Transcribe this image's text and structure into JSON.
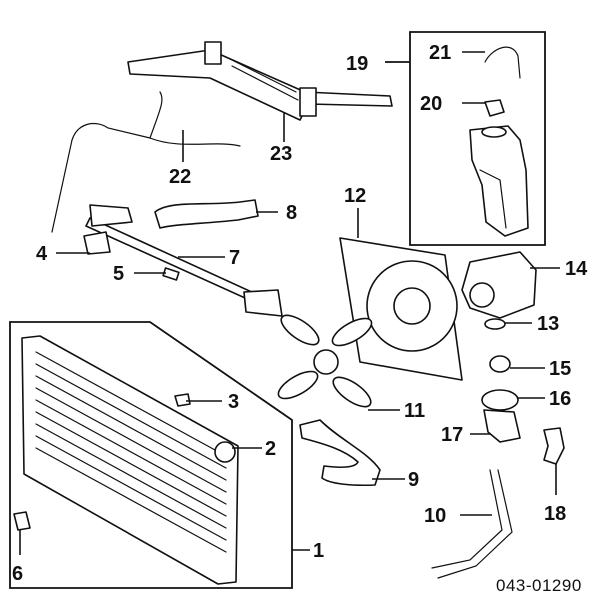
{
  "diagram": {
    "callouts": [
      {
        "id": "c1",
        "label": "1"
      },
      {
        "id": "c2",
        "label": "2"
      },
      {
        "id": "c3",
        "label": "3"
      },
      {
        "id": "c4",
        "label": "4"
      },
      {
        "id": "c5",
        "label": "5"
      },
      {
        "id": "c6",
        "label": "6"
      },
      {
        "id": "c7",
        "label": "7"
      },
      {
        "id": "c8",
        "label": "8"
      },
      {
        "id": "c9",
        "label": "9"
      },
      {
        "id": "c10",
        "label": "10"
      },
      {
        "id": "c11",
        "label": "11"
      },
      {
        "id": "c12",
        "label": "12"
      },
      {
        "id": "c13",
        "label": "13"
      },
      {
        "id": "c14",
        "label": "14"
      },
      {
        "id": "c15",
        "label": "15"
      },
      {
        "id": "c16",
        "label": "16"
      },
      {
        "id": "c17",
        "label": "17"
      },
      {
        "id": "c18",
        "label": "18"
      },
      {
        "id": "c19",
        "label": "19"
      },
      {
        "id": "c20",
        "label": "20"
      },
      {
        "id": "c21",
        "label": "21"
      },
      {
        "id": "c22",
        "label": "22"
      },
      {
        "id": "c23",
        "label": "23"
      }
    ],
    "figure_code": "043-01290"
  }
}
